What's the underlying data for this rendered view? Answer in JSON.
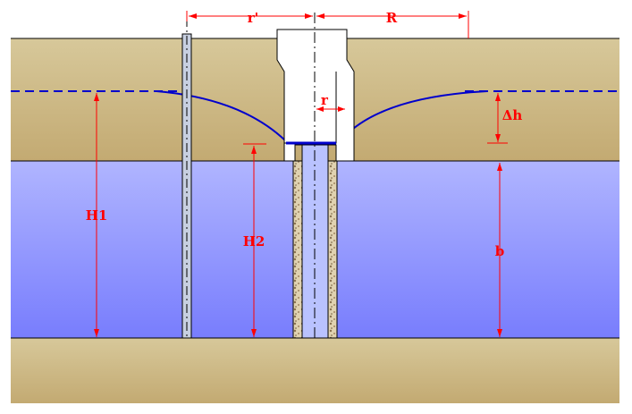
{
  "diagram": {
    "labels": {
      "r_prime": "r'",
      "R": "R",
      "r": "r",
      "delta_h": "Δh",
      "H1": "H1",
      "H2": "H2",
      "b": "b"
    },
    "colors": {
      "sand_light": "#d2c190",
      "sand_dark": "#c6ae78",
      "water_top": "#aab0ff",
      "water_bottom": "#7b80ff",
      "annotation_red": "#ff0000",
      "waterline_blue": "#0000cc",
      "pipe_fill": "#c9d2e6",
      "gravel_fill": "#d9c7a1",
      "dark_stroke": "#000000"
    }
  }
}
